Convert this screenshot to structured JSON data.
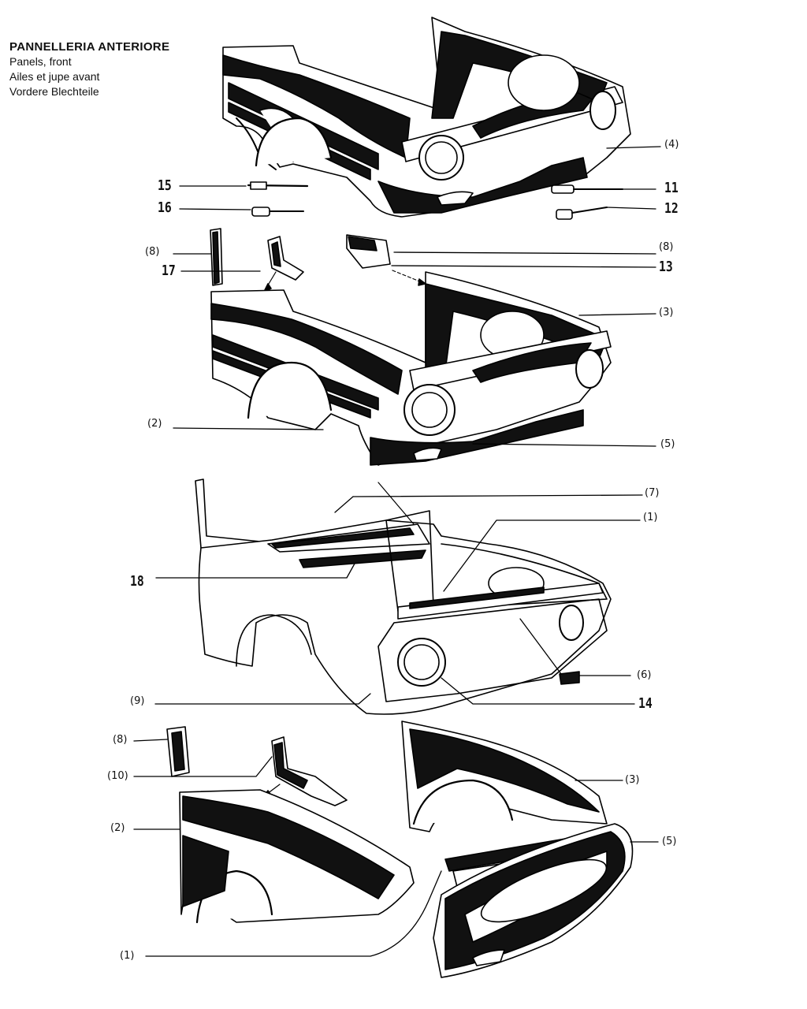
{
  "title": {
    "it": "PANNELLERIA ANTERIORE",
    "en": "Panels, front",
    "fr": "Ailes et jupe avant",
    "de": "Vordere Blechteile"
  },
  "labels": {
    "p1_a": "(1)",
    "p1_b": "(1)",
    "p2_a": "(2)",
    "p2_b": "(2)",
    "p3_a": "(3)",
    "p3_b": "(3)",
    "p4": "(4)",
    "p5_a": "(5)",
    "p5_b": "(5)",
    "p6": "(6)",
    "p7": "(7)",
    "p8_a": "(8)",
    "p8_b": "(8)",
    "p8_c": "(8)",
    "p9": "(9)",
    "p10": "(10)",
    "n11": "11",
    "n12": "12",
    "n13": "13",
    "n14": "14",
    "n15": "15",
    "n16": "16",
    "n17": "17",
    "n18": "18"
  }
}
